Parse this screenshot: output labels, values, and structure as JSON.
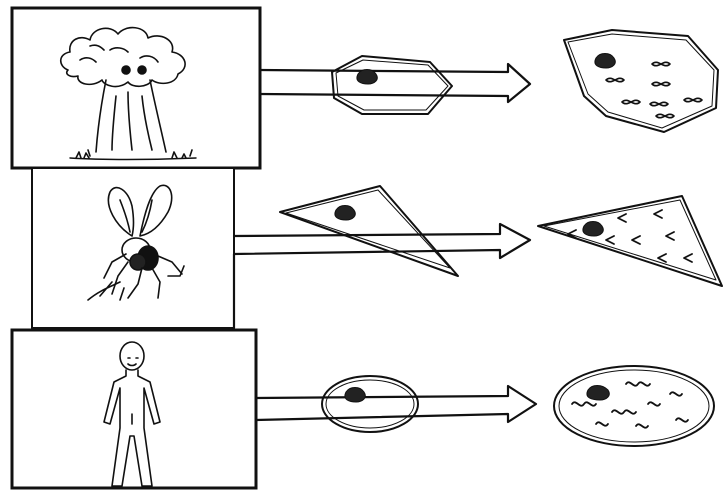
{
  "diagram": {
    "rows": [
      {
        "organism": "tree",
        "organism_icon": "baobab-tree-icon",
        "pollen_shape": "hexagon",
        "pollen_icon": "pollen-grain-icon",
        "result_shape": "hexagon",
        "result_mark_icon": "figure-eight-squiggle-icon",
        "result_mark_count": 7
      },
      {
        "organism": "fly",
        "organism_icon": "fly-icon",
        "pollen_shape": "triangle",
        "pollen_icon": "pollen-grain-icon",
        "result_shape": "triangle",
        "result_mark_icon": "chevron-mark-icon",
        "result_mark_count": 8
      },
      {
        "organism": "human",
        "organism_icon": "human-figure-icon",
        "pollen_shape": "ellipse",
        "pollen_icon": "pollen-grain-icon",
        "result_shape": "ellipse",
        "result_mark_icon": "wave-squiggle-icon",
        "result_mark_count": 8
      }
    ],
    "colors": {
      "ink": "#111111",
      "background": "#ffffff"
    }
  }
}
